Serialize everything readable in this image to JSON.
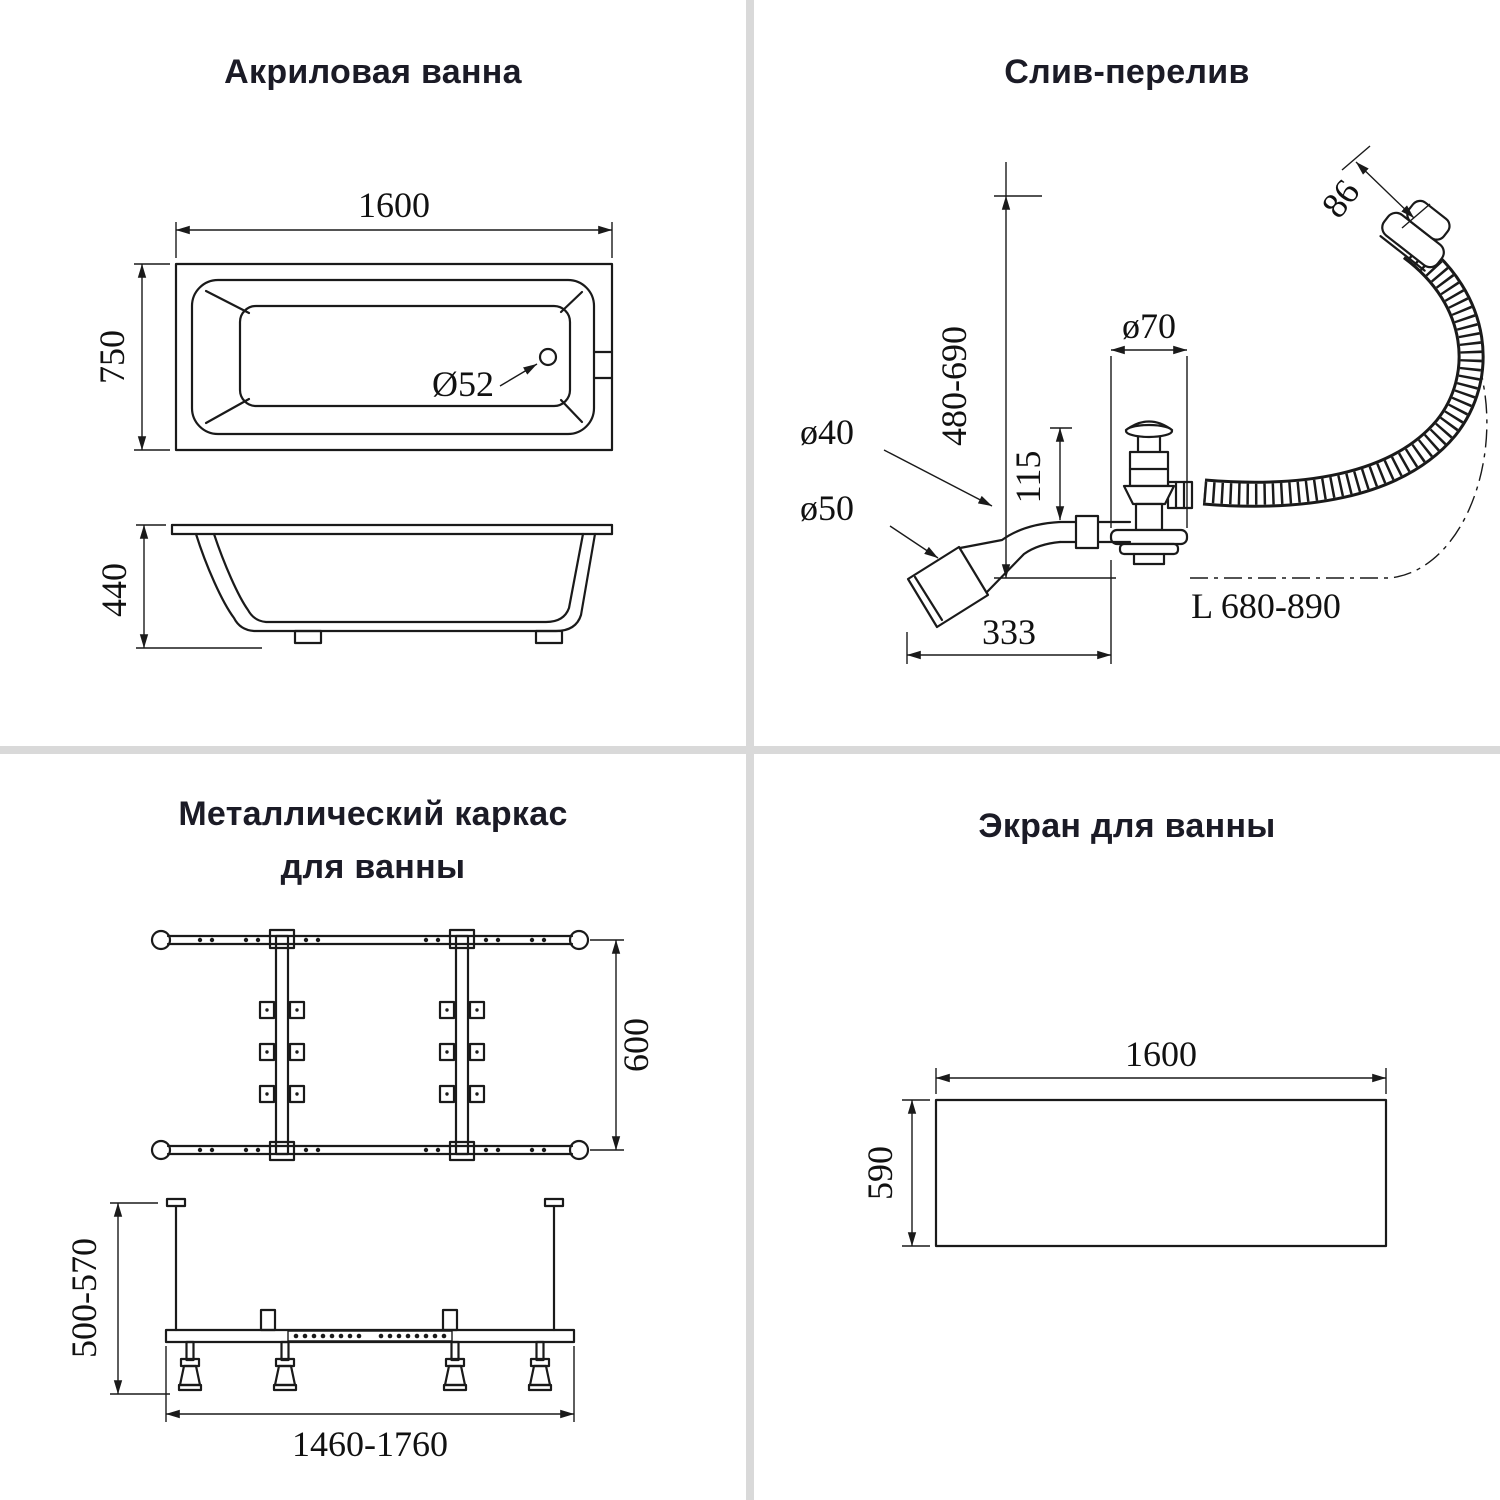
{
  "panels": {
    "bathtub": {
      "title": "Акриловая ванна",
      "dims": {
        "length": "1600",
        "width": "750",
        "drain": "Ø52",
        "height": "440"
      }
    },
    "drain_overflow": {
      "title": "Слив-перелив",
      "dims": {
        "height_range": "480-690",
        "overflow_offset": "86",
        "drain_diameter": "ø70",
        "drain_height": "115",
        "pipe_diameter": "ø40",
        "outlet_diameter": "ø50",
        "horizontal_offset": "333",
        "hose_length": "L 680-890"
      }
    },
    "frame": {
      "title_line1": "Металлический каркас",
      "title_line2": "для ванны",
      "dims": {
        "depth": "600",
        "height_range": "500-570",
        "length_range": "1460-1760"
      }
    },
    "screen": {
      "title": "Экран для ванны",
      "dims": {
        "length": "1600",
        "height": "590"
      }
    }
  }
}
